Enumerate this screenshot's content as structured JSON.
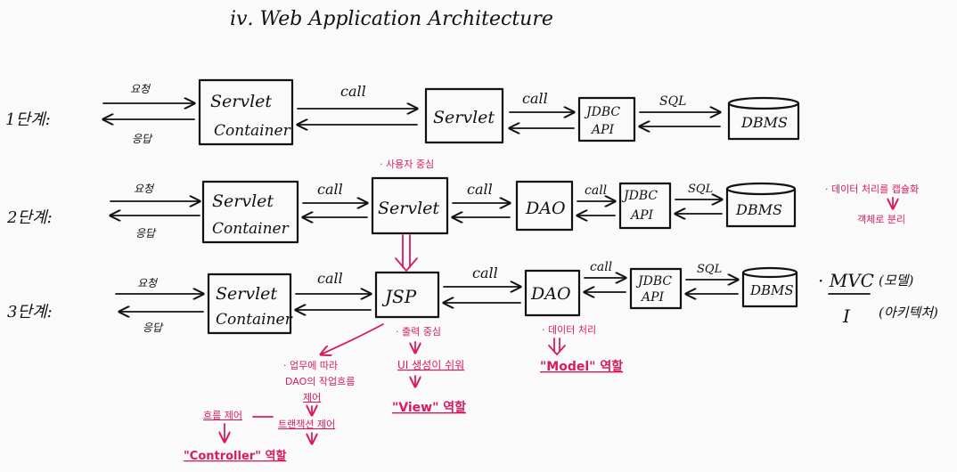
{
  "title": "ⅳ. Web Application Architecture",
  "stages": {
    "s1": {
      "label": "1단계:",
      "request": "요청",
      "response": "응답",
      "container_line1": "Servlet",
      "container_line2": "Container",
      "call1": "call",
      "servlet": "Servlet",
      "call2": "call",
      "jdbc_line1": "JDBC",
      "jdbc_line2": "API",
      "sql": "SQL",
      "dbms": "DBMS"
    },
    "s2": {
      "label": "2단계:",
      "request": "요청",
      "response": "응답",
      "container_line1": "Servlet",
      "container_line2": "Container",
      "call1": "call",
      "servlet": "Servlet",
      "servlet_note": "· 사용자 중심",
      "call2": "call",
      "dao": "DAO",
      "call3": "call",
      "jdbc_line1": "JDBC",
      "jdbc_line2": "API",
      "sql": "SQL",
      "dbms": "DBMS",
      "note_line1": "· 데이터 처리를 캡슐화",
      "note_line2": "객체로 분리"
    },
    "s3": {
      "label": "3단계:",
      "request": "요청",
      "response": "응답",
      "container_line1": "Servlet",
      "container_line2": "Container",
      "call1": "call",
      "jsp": "JSP",
      "call2": "call",
      "dao": "DAO",
      "call3": "call",
      "jdbc_line1": "JDBC",
      "jdbc_line2": "API",
      "sql": "SQL",
      "dbms": "DBMS",
      "mvc": "· MVC",
      "mvc_paren1": "(모델)",
      "mvc_i": "I",
      "mvc_paren2": "(아키텍처)"
    }
  },
  "annotations": {
    "business_line1": "· 업무에 따라",
    "business_line2": "DAO의 작업흐름",
    "control": "제어",
    "transaction": "트랜잭션 제어",
    "flow_control": "흐름 제어",
    "controller_role": "\"Controller\" 역할",
    "output_note": "· 출력 중심",
    "ui_gen": "UI 생성이 쉬워",
    "view_role": "\"View\" 역할",
    "data_note": "· 데이터 처리",
    "model_role": "\"Model\" 역할"
  },
  "colors": {
    "ink": "#111111",
    "annotation": "#d81b60",
    "paper": "#fafafa"
  }
}
